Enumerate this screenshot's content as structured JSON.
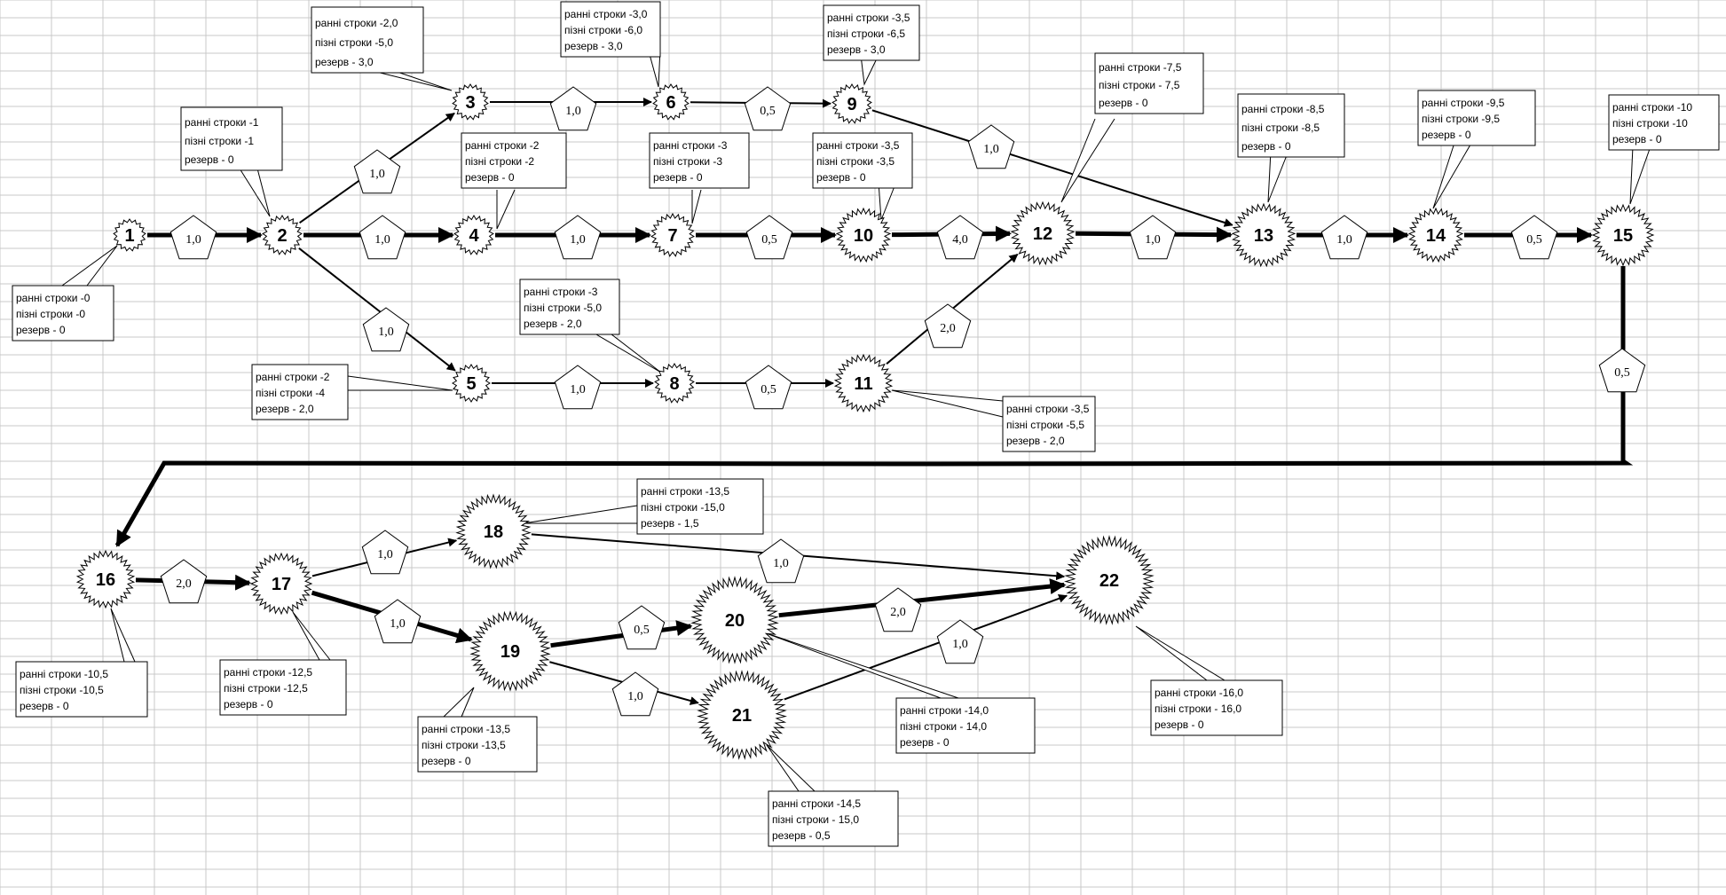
{
  "colors": {
    "grid": "#c9c9c9",
    "ink": "#000000",
    "paper": "#ffffff"
  },
  "nodes": [
    {
      "id": "1",
      "label": "1"
    },
    {
      "id": "2",
      "label": "2"
    },
    {
      "id": "3",
      "label": "3"
    },
    {
      "id": "4",
      "label": "4"
    },
    {
      "id": "5",
      "label": "5"
    },
    {
      "id": "6",
      "label": "6"
    },
    {
      "id": "7",
      "label": "7"
    },
    {
      "id": "8",
      "label": "8"
    },
    {
      "id": "9",
      "label": "9"
    },
    {
      "id": "10",
      "label": "10"
    },
    {
      "id": "11",
      "label": "11"
    },
    {
      "id": "12",
      "label": "12"
    },
    {
      "id": "13",
      "label": "13"
    },
    {
      "id": "14",
      "label": "14"
    },
    {
      "id": "15",
      "label": "15"
    },
    {
      "id": "16",
      "label": "16"
    },
    {
      "id": "17",
      "label": "17"
    },
    {
      "id": "18",
      "label": "18"
    },
    {
      "id": "19",
      "label": "19"
    },
    {
      "id": "20",
      "label": "20"
    },
    {
      "id": "21",
      "label": "21"
    },
    {
      "id": "22",
      "label": "22"
    }
  ],
  "edges": [
    {
      "from": "1",
      "to": "2",
      "duration": "1,0",
      "critical": true
    },
    {
      "from": "2",
      "to": "3",
      "duration": "1,0",
      "critical": false
    },
    {
      "from": "2",
      "to": "4",
      "duration": "1,0",
      "critical": true
    },
    {
      "from": "2",
      "to": "5",
      "duration": "1,0",
      "critical": false
    },
    {
      "from": "3",
      "to": "6",
      "duration": "1,0",
      "critical": false
    },
    {
      "from": "6",
      "to": "9",
      "duration": "0,5",
      "critical": false
    },
    {
      "from": "9",
      "to": "13",
      "duration": "1,0",
      "critical": false
    },
    {
      "from": "4",
      "to": "7",
      "duration": "1,0",
      "critical": true
    },
    {
      "from": "7",
      "to": "10",
      "duration": "0,5",
      "critical": true
    },
    {
      "from": "10",
      "to": "12",
      "duration": "4,0",
      "critical": true
    },
    {
      "from": "5",
      "to": "8",
      "duration": "1,0",
      "critical": false
    },
    {
      "from": "8",
      "to": "11",
      "duration": "0,5",
      "critical": false
    },
    {
      "from": "11",
      "to": "12",
      "duration": "2,0",
      "critical": false
    },
    {
      "from": "12",
      "to": "13",
      "duration": "1,0",
      "critical": true
    },
    {
      "from": "13",
      "to": "14",
      "duration": "1,0",
      "critical": true
    },
    {
      "from": "14",
      "to": "15",
      "duration": "0,5",
      "critical": true
    },
    {
      "from": "15",
      "to": "16",
      "duration": "0,5",
      "critical": true
    },
    {
      "from": "16",
      "to": "17",
      "duration": "2,0",
      "critical": true
    },
    {
      "from": "17",
      "to": "18",
      "duration": "1,0",
      "critical": false
    },
    {
      "from": "17",
      "to": "19",
      "duration": "1,0",
      "critical": true
    },
    {
      "from": "18",
      "to": "22",
      "duration": "1,0",
      "critical": false
    },
    {
      "from": "19",
      "to": "20",
      "duration": "0,5",
      "critical": true
    },
    {
      "from": "19",
      "to": "21",
      "duration": "1,0",
      "critical": false
    },
    {
      "from": "20",
      "to": "22",
      "duration": "2,0",
      "critical": true
    },
    {
      "from": "21",
      "to": "22",
      "duration": "1,0",
      "critical": false
    }
  ],
  "callouts": [
    {
      "node": "1",
      "lines": [
        "ранні строки -0",
        "пізні строки -0",
        "резерв - 0"
      ]
    },
    {
      "node": "2",
      "lines": [
        "ранні строки -1",
        "пізні строки -1",
        "резерв - 0"
      ]
    },
    {
      "node": "3",
      "lines": [
        "ранні строки -2,0",
        "пізні строки -5,0",
        "резерв - 3,0"
      ]
    },
    {
      "node": "4",
      "lines": [
        "ранні строки -2",
        "пізні строки -2",
        "резерв - 0"
      ]
    },
    {
      "node": "5",
      "lines": [
        "ранні строки -2",
        "пізні строки -4",
        "резерв - 2,0"
      ]
    },
    {
      "node": "6",
      "lines": [
        "ранні строки -3,0",
        "пізні строки -6,0",
        "резерв - 3,0"
      ]
    },
    {
      "node": "7",
      "lines": [
        "ранні строки -3",
        "пізні строки -3",
        "резерв - 0"
      ]
    },
    {
      "node": "8",
      "lines": [
        "ранні строки -3",
        "пізні строки -5,0",
        "резерв - 2,0"
      ]
    },
    {
      "node": "9",
      "lines": [
        "ранні строки -3,5",
        "пізні строки -6,5",
        "резерв - 3,0"
      ]
    },
    {
      "node": "10",
      "lines": [
        "ранні строки -3,5",
        "пізні строки -3,5",
        "резерв - 0"
      ]
    },
    {
      "node": "11",
      "lines": [
        "ранні строки -3,5",
        "пізні строки -5,5",
        "резерв - 2,0"
      ]
    },
    {
      "node": "12",
      "lines": [
        "ранні строки -7,5",
        "пізні строки - 7,5",
        "резерв - 0"
      ]
    },
    {
      "node": "13",
      "lines": [
        "ранні строки -8,5",
        "пізні строки -8,5",
        "резерв - 0"
      ]
    },
    {
      "node": "14",
      "lines": [
        "ранні строки -9,5",
        "пізні строки -9,5",
        "резерв - 0"
      ]
    },
    {
      "node": "15",
      "lines": [
        "ранні строки -10",
        "пізні строки -10",
        "резерв - 0"
      ]
    },
    {
      "node": "16",
      "lines": [
        "ранні строки -10,5",
        "пізні строки -10,5",
        "резерв - 0"
      ]
    },
    {
      "node": "17",
      "lines": [
        "ранні строки -12,5",
        "пізні строки -12,5",
        "резерв - 0"
      ]
    },
    {
      "node": "18",
      "lines": [
        "ранні строки -13,5",
        "пізні строки -15,0",
        "резерв - 1,5"
      ]
    },
    {
      "node": "19",
      "lines": [
        "ранні строки -13,5",
        "пізні строки -13,5",
        "резерв - 0"
      ]
    },
    {
      "node": "20",
      "lines": [
        "ранні строки -14,0",
        "пізні строки - 14,0",
        "резерв - 0"
      ]
    },
    {
      "node": "21",
      "lines": [
        "ранні строки -14,5",
        "пізні строки - 15,0",
        "резерв - 0,5"
      ]
    },
    {
      "node": "22",
      "lines": [
        "ранні строки -16,0",
        "пізні строки - 16,0",
        "резерв - 0"
      ]
    }
  ]
}
